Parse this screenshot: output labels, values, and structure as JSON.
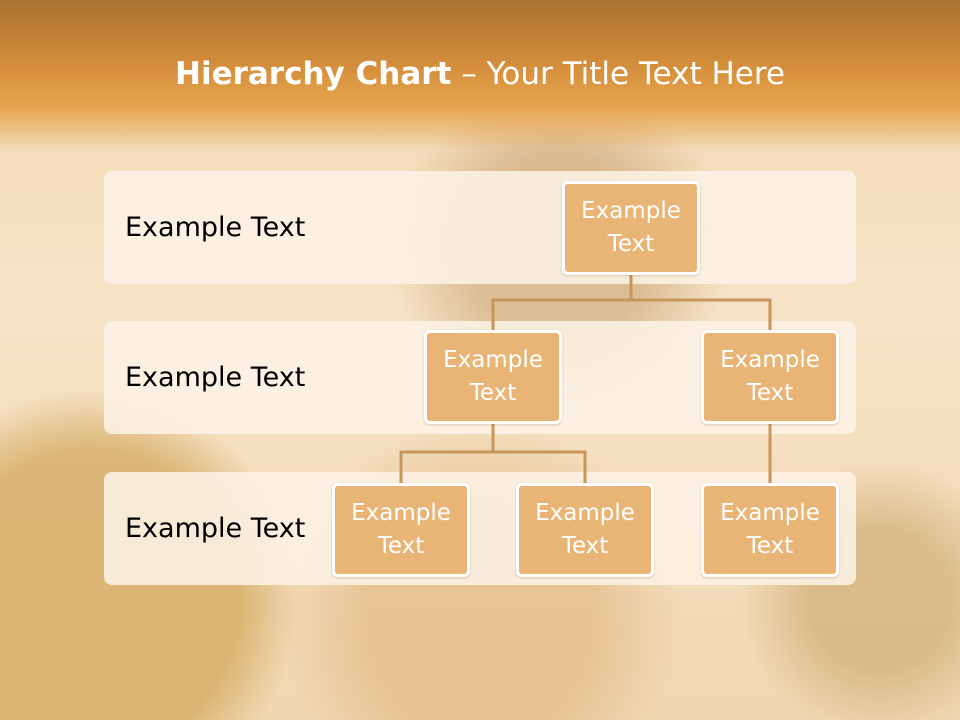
{
  "slide": {
    "title_bold": "Hierarchy Chart",
    "title_dash": " – ",
    "title_rest": "Your Title Text Here"
  },
  "levels": [
    {
      "label": "Example Text"
    },
    {
      "label": "Example Text"
    },
    {
      "label": "Example Text"
    }
  ],
  "nodes": {
    "root": "Example Text",
    "level2_left": "Example Text",
    "level2_right": "Example Text",
    "level3_a": "Example Text",
    "level3_b": "Example Text",
    "level3_c": "Example Text"
  },
  "colors": {
    "node_fill": "#e8b576",
    "connector": "#c8965a",
    "header": "#d58f3c"
  }
}
